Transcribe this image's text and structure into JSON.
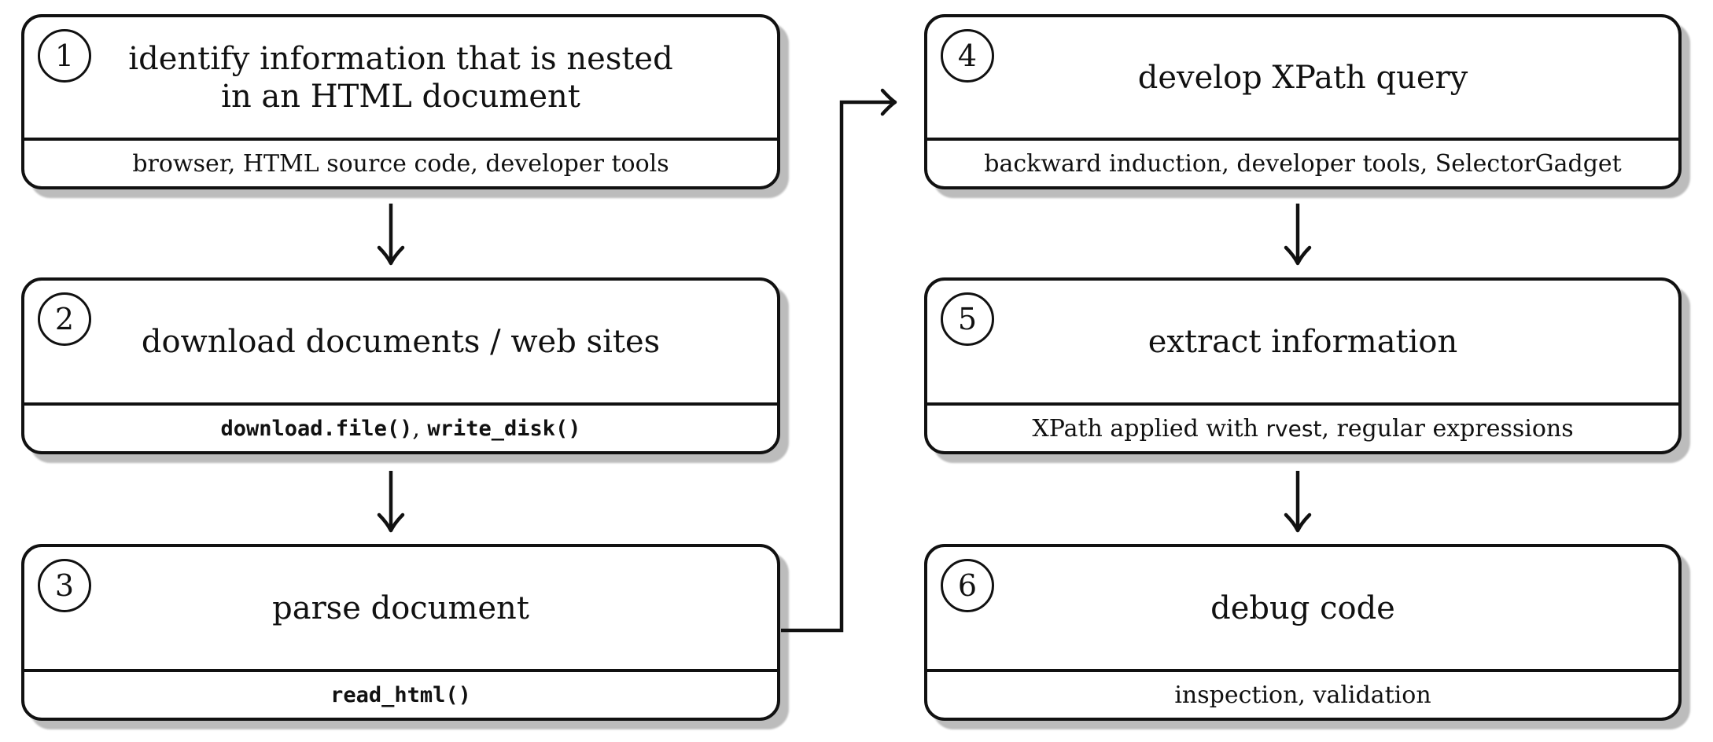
{
  "diagram": {
    "background_color": "#ffffff",
    "box_border_color": "#111111",
    "shadow_color": "#bcbcbc",
    "steps": [
      {
        "number": "1",
        "title": "identify information that is nested\nin an HTML document",
        "subtitle": [
          {
            "text": "browser, HTML source code, developer tools",
            "style": "serif"
          }
        ]
      },
      {
        "number": "2",
        "title": "download documents / web sites",
        "subtitle": [
          {
            "text": "download.file()",
            "style": "mono"
          },
          {
            "text": ", ",
            "style": "serif"
          },
          {
            "text": "write_disk()",
            "style": "mono"
          }
        ]
      },
      {
        "number": "3",
        "title": "parse document",
        "subtitle": [
          {
            "text": "read_html()",
            "style": "mono"
          }
        ]
      },
      {
        "number": "4",
        "title": "develop XPath query",
        "subtitle": [
          {
            "text": "backward induction, developer tools, SelectorGadget",
            "style": "serif"
          }
        ]
      },
      {
        "number": "5",
        "title": "extract information",
        "subtitle": [
          {
            "text": "XPath applied with ",
            "style": "serif"
          },
          {
            "text": "rvest",
            "style": "sans"
          },
          {
            "text": ", regular expressions",
            "style": "serif"
          }
        ]
      },
      {
        "number": "6",
        "title": "debug code",
        "subtitle": [
          {
            "text": "inspection, validation",
            "style": "serif"
          }
        ]
      }
    ],
    "connections": [
      {
        "from": "1",
        "to": "2",
        "type": "arrow-down"
      },
      {
        "from": "2",
        "to": "3",
        "type": "arrow-down"
      },
      {
        "from": "3",
        "to": "4",
        "type": "elbow-arrow-right"
      },
      {
        "from": "4",
        "to": "5",
        "type": "arrow-down"
      },
      {
        "from": "5",
        "to": "6",
        "type": "arrow-down"
      }
    ]
  }
}
